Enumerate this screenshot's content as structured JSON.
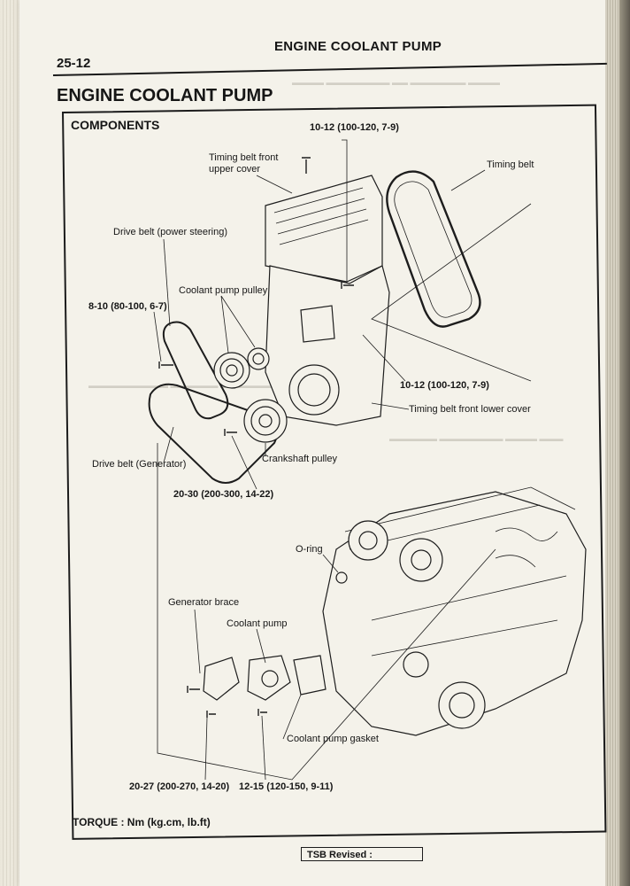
{
  "header": {
    "title": "ENGINE COOLANT PUMP",
    "page_number": "25-12"
  },
  "section": {
    "title": "ENGINE COOLANT PUMP",
    "subtitle": "COMPONENTS"
  },
  "labels": {
    "torque_top": "10-12 (100-120, 7-9)",
    "timing_belt_front_upper_cover_1": "Timing belt front",
    "timing_belt_front_upper_cover_2": "upper cover",
    "timing_belt": "Timing belt",
    "drive_belt_power_steering": "Drive belt (power steering)",
    "coolant_pump_pulley": "Coolant pump pulley",
    "torque_left": "8-10 (80-100, 6-7)",
    "torque_right": "10-12 (100-120, 7-9)",
    "timing_belt_front_lower_cover": "Timing belt front lower cover",
    "drive_belt_generator": "Drive belt (Generator)",
    "crankshaft_pulley": "Crankshaft pulley",
    "torque_mid": "20-30 (200-300, 14-22)",
    "o_ring": "O-ring",
    "generator_brace": "Generator brace",
    "coolant_pump": "Coolant pump",
    "coolant_pump_gasket": "Coolant pump gasket",
    "torque_bottom_left": "20-27 (200-270, 14-20)",
    "torque_bottom_right": "12-15 (120-150, 9-11)"
  },
  "footer": {
    "torque_units": "TORQUE : Nm (kg.cm, lb.ft)",
    "tsb": "TSB Revised :"
  }
}
